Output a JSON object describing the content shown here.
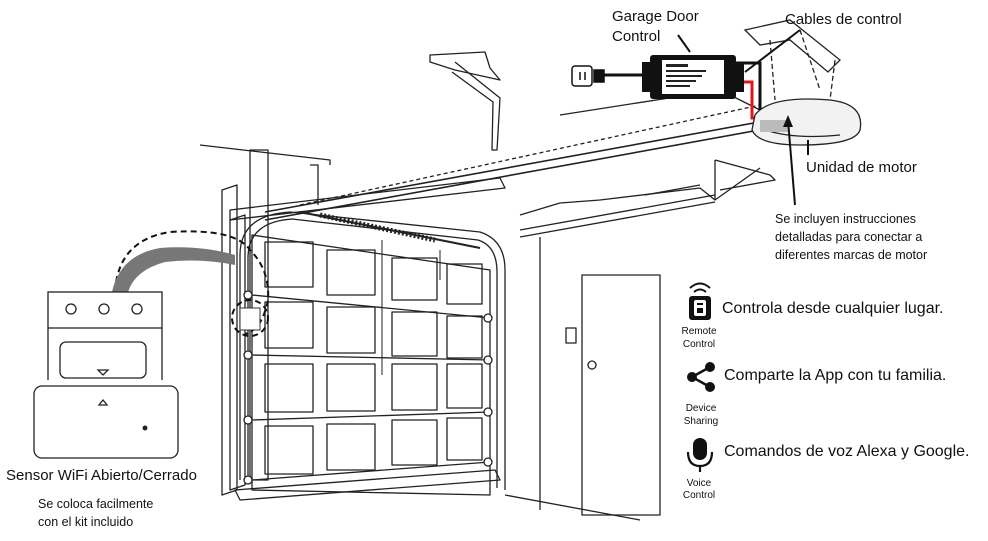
{
  "labels": {
    "controller_line1": "Garage Door",
    "controller_line2": "Control",
    "cables": "Cables de control",
    "motor": "Unidad de motor",
    "instructions": [
      "Se incluyen instrucciones",
      "detalladas para conectar a",
      "diferentes marcas de motor"
    ],
    "sensor_title": "Sensor WiFi Abierto/Cerrado",
    "sensor_note": [
      "Se coloca facilmente",
      "con el kit incluido"
    ]
  },
  "features": [
    {
      "icon": "remote-control-icon",
      "caption": [
        "Remote",
        "Control"
      ],
      "text": "Controla desde cualquier lugar."
    },
    {
      "icon": "share-icon",
      "caption": [
        "Device",
        "Sharing"
      ],
      "text": "Comparte la App con tu familia."
    },
    {
      "icon": "microphone-icon",
      "caption": [
        "Voice",
        "Control"
      ],
      "text": "Comandos de voz Alexa y Google."
    }
  ],
  "colors": {
    "line": "#222222",
    "wire_red": "#e0161b",
    "device_body": "#111111"
  }
}
